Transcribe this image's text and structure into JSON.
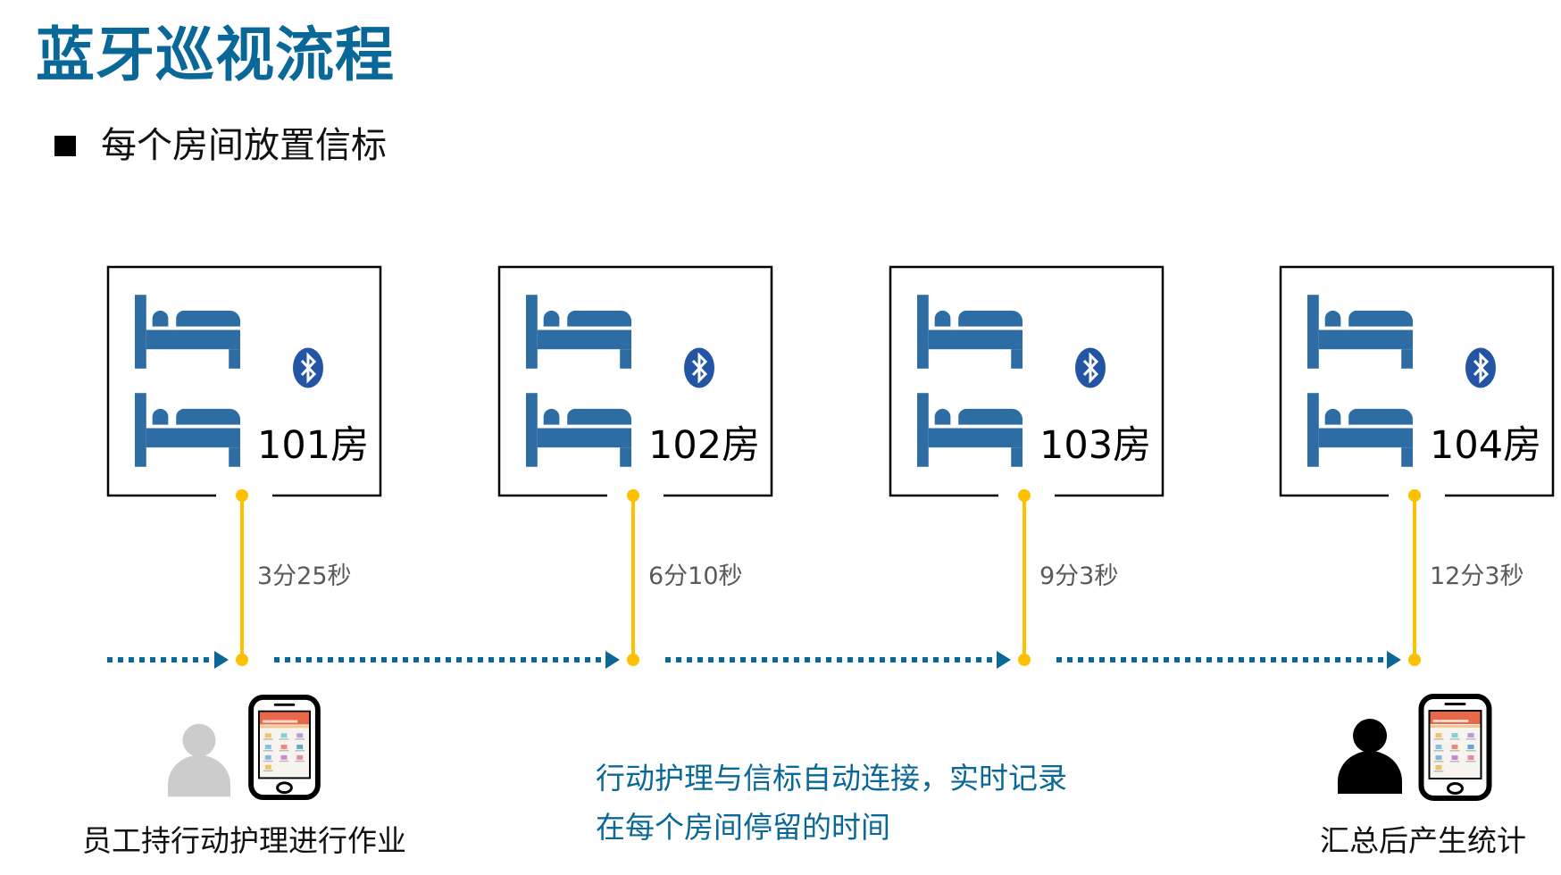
{
  "title": "蓝牙巡视流程",
  "bullet": "每个房间放置信标",
  "colors": {
    "title": "#0a6898",
    "bed": "#2e6ca4",
    "bluetooth": "#2454a4",
    "timeline": "#ffc000",
    "arrow": "#0a6898",
    "staff_person": "#cccccc",
    "admin_person": "#000000"
  },
  "rooms": [
    {
      "label": "101房",
      "time": "3分25秒",
      "icons": [
        "bed-icon",
        "bed-icon",
        "bluetooth-beacon-icon"
      ]
    },
    {
      "label": "102房",
      "time": "6分10秒",
      "icons": [
        "bed-icon",
        "bed-icon",
        "bluetooth-beacon-icon"
      ]
    },
    {
      "label": "103房",
      "time": "9分3秒",
      "icons": [
        "bed-icon",
        "bed-icon",
        "bluetooth-beacon-icon"
      ]
    },
    {
      "label": "104房",
      "time": "12分3秒",
      "icons": [
        "bed-icon",
        "bed-icon",
        "bluetooth-beacon-icon"
      ]
    }
  ],
  "staff": {
    "caption": "员工持行动护理进行作业",
    "icons": [
      "person-icon",
      "mobile-phone-icon"
    ]
  },
  "admin": {
    "caption": "汇总后产生统计",
    "icons": [
      "person-icon",
      "mobile-phone-icon"
    ]
  },
  "note": {
    "line1": "行动护理与信标自动连接，实时记录",
    "line2": "在每个房间停留的时间"
  }
}
